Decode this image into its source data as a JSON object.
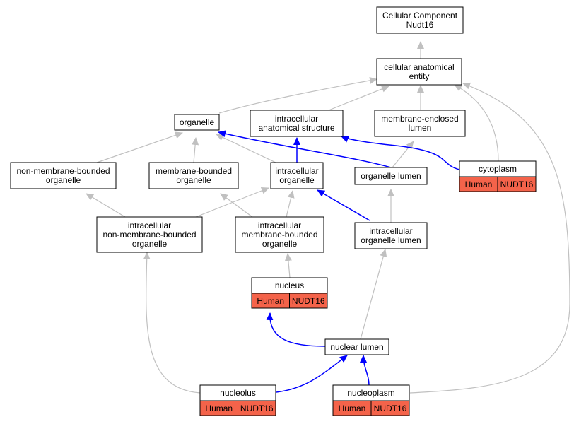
{
  "colors": {
    "is_a_edge": "#c0c0c0",
    "part_of_edge": "#0000ff",
    "node_fill": "#ffffff",
    "node_border": "#000000",
    "annotation_fill": "#f4634a"
  },
  "nodes": {
    "root": {
      "lines": [
        "Cellular Component",
        "Nudt16"
      ]
    },
    "cae": {
      "lines": [
        "cellular anatomical",
        "entity"
      ]
    },
    "org": {
      "lines": [
        "organelle"
      ]
    },
    "ias": {
      "lines": [
        "intracellular",
        "anatomical structure"
      ]
    },
    "mel": {
      "lines": [
        "membrane-enclosed",
        "lumen"
      ]
    },
    "cyt": {
      "lines": [
        "cytoplasm"
      ],
      "badges": [
        "Human",
        "NUDT16"
      ]
    },
    "nmbo": {
      "lines": [
        "non-membrane-bounded",
        "organelle"
      ]
    },
    "mbo": {
      "lines": [
        "membrane-bounded",
        "organelle"
      ]
    },
    "io": {
      "lines": [
        "intracellular",
        "organelle"
      ]
    },
    "ol": {
      "lines": [
        "organelle lumen"
      ]
    },
    "inmbo": {
      "lines": [
        "intracellular",
        "non-membrane-bounded",
        "organelle"
      ]
    },
    "imbo": {
      "lines": [
        "intracellular",
        "membrane-bounded",
        "organelle"
      ]
    },
    "iol": {
      "lines": [
        "intracellular",
        "organelle lumen"
      ]
    },
    "nuc": {
      "lines": [
        "nucleus"
      ],
      "badges": [
        "Human",
        "NUDT16"
      ]
    },
    "nl": {
      "lines": [
        "nuclear lumen"
      ]
    },
    "nucl": {
      "lines": [
        "nucleolus"
      ],
      "badges": [
        "Human",
        "NUDT16"
      ]
    },
    "nucp": {
      "lines": [
        "nucleoplasm"
      ],
      "badges": [
        "Human",
        "NUDT16"
      ]
    }
  }
}
